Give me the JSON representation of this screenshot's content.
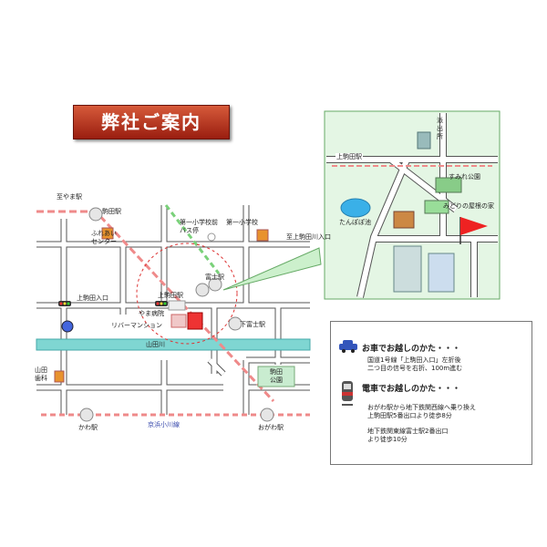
{
  "title": "弊社ご案内",
  "map": {
    "stations": {
      "shiyama": "至やま駅",
      "komada": "駒田駅",
      "fuji": "富士駅",
      "kamikomada": "上駒田駅",
      "shimofuji": "下富士駅",
      "kawa": "かわ駅",
      "ogawa": "おがわ駅"
    },
    "places": {
      "fureai": "ふれあい\nセンター",
      "daiichi_bus": "第一小学校前\nバス停",
      "daiichi_school": "第一小学校",
      "kamikomada_iriguchi": "上駒田入口",
      "kamikomadagawa": "至上駒田川入口",
      "yamaschool": "やま病院",
      "river_mansion": "リバーマンション",
      "yamadagawa": "山田川",
      "yamada_store": "山田\n歯科",
      "komada_park": "駒田\n公園",
      "keihin": "京浜小川線"
    },
    "inset": {
      "kamikomada_station": "上駒田駅",
      "police": "派出所",
      "sumire_park": "すみれ公園",
      "midori_house": "みどりの屋根の家",
      "tanpopo": "たんぽぽ池"
    }
  },
  "directions": {
    "car_heading": "お車でお越しのかた・・・",
    "car_text": "国道1号線「上駒田入口」左折後\n二つ目の信号を右折、100m進む",
    "train_heading": "電車でお越しのかた・・・",
    "train_text1": "おがわ駅から地下鉄関西線へ乗り換え\n上駒田駅5番出口より徒歩8分",
    "train_text2": "地下鉄関東線富士駅2番出口\nより徒歩10分"
  },
  "colors": {
    "road": "#555555",
    "river": "#7fd6d2",
    "rail_red": "#ef8a8a",
    "rail_green": "#7ad17a",
    "inset_bg": "#e4f6e4",
    "building_orange": "#e8922e"
  }
}
